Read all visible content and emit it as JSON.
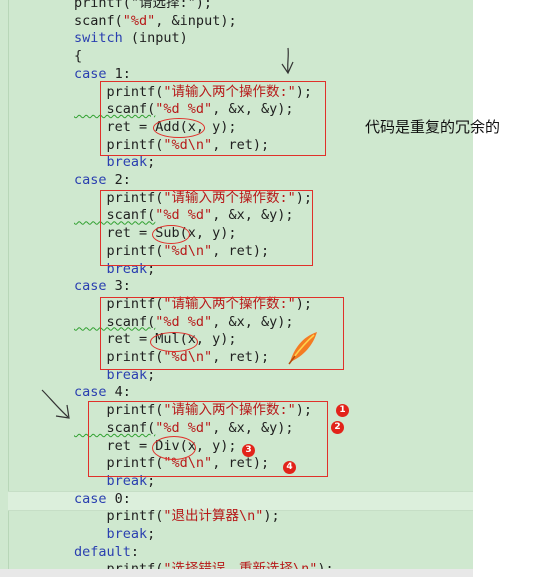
{
  "code": {
    "lines": [
      {
        "segments": [
          {
            "t": "printf(\"请选择:\");",
            "c": "fn"
          }
        ]
      },
      {
        "segments": [
          {
            "t": "scanf",
            "c": "fn"
          },
          {
            "t": "(",
            "c": ""
          },
          {
            "t": "\"%d\"",
            "c": "str"
          },
          {
            "t": ", &input);",
            "c": ""
          }
        ]
      },
      {
        "segments": [
          {
            "t": "switch",
            "c": "kw"
          },
          {
            "t": " (input)",
            "c": ""
          }
        ]
      },
      {
        "segments": [
          {
            "t": "{",
            "c": ""
          }
        ]
      },
      {
        "segments": [
          {
            "t": "case",
            "c": "kw"
          },
          {
            "t": " 1:",
            "c": ""
          }
        ]
      },
      {
        "segments": [
          {
            "t": "    printf(",
            "c": ""
          },
          {
            "t": "\"请输入两个操作数:\"",
            "c": "str"
          },
          {
            "t": ");",
            "c": ""
          }
        ]
      },
      {
        "segments": [
          {
            "t": "    scanf(",
            "c": "wv"
          },
          {
            "t": "\"%d %d\"",
            "c": "str"
          },
          {
            "t": ", &x, &y);",
            "c": ""
          }
        ]
      },
      {
        "segments": [
          {
            "t": "    ret = Add(x, y);",
            "c": ""
          }
        ]
      },
      {
        "segments": [
          {
            "t": "    printf(",
            "c": ""
          },
          {
            "t": "\"%d\\n\"",
            "c": "str"
          },
          {
            "t": ", ret);",
            "c": ""
          }
        ]
      },
      {
        "segments": [
          {
            "t": "    break",
            "c": "kw"
          },
          {
            "t": ";",
            "c": ""
          }
        ]
      },
      {
        "segments": [
          {
            "t": "case",
            "c": "kw"
          },
          {
            "t": " 2:",
            "c": ""
          }
        ]
      },
      {
        "segments": [
          {
            "t": "    printf(",
            "c": ""
          },
          {
            "t": "\"请输入两个操作数:\"",
            "c": "str"
          },
          {
            "t": ");",
            "c": ""
          }
        ]
      },
      {
        "segments": [
          {
            "t": "    scanf(",
            "c": "wv"
          },
          {
            "t": "\"%d %d\"",
            "c": "str"
          },
          {
            "t": ", &x, &y);",
            "c": ""
          }
        ]
      },
      {
        "segments": [
          {
            "t": "    ret = Sub(x, y);",
            "c": ""
          }
        ]
      },
      {
        "segments": [
          {
            "t": "    printf(",
            "c": ""
          },
          {
            "t": "\"%d\\n\"",
            "c": "str"
          },
          {
            "t": ", ret);",
            "c": ""
          }
        ]
      },
      {
        "segments": [
          {
            "t": "    break",
            "c": "kw"
          },
          {
            "t": ";",
            "c": ""
          }
        ]
      },
      {
        "segments": [
          {
            "t": "case",
            "c": "kw"
          },
          {
            "t": " 3:",
            "c": ""
          }
        ]
      },
      {
        "segments": [
          {
            "t": "    printf(",
            "c": ""
          },
          {
            "t": "\"请输入两个操作数:\"",
            "c": "str"
          },
          {
            "t": ");",
            "c": ""
          }
        ]
      },
      {
        "segments": [
          {
            "t": "    scanf(",
            "c": "wv"
          },
          {
            "t": "\"%d %d\"",
            "c": "str"
          },
          {
            "t": ", &x, &y);",
            "c": ""
          }
        ]
      },
      {
        "segments": [
          {
            "t": "    ret = Mul(x, y);",
            "c": ""
          }
        ]
      },
      {
        "segments": [
          {
            "t": "    printf(",
            "c": ""
          },
          {
            "t": "\"%d\\n\"",
            "c": "str"
          },
          {
            "t": ", ret);",
            "c": ""
          }
        ]
      },
      {
        "segments": [
          {
            "t": "    break",
            "c": "kw"
          },
          {
            "t": ";",
            "c": ""
          }
        ]
      },
      {
        "segments": [
          {
            "t": "case",
            "c": "kw"
          },
          {
            "t": " 4:",
            "c": ""
          }
        ]
      },
      {
        "segments": [
          {
            "t": "    printf(",
            "c": ""
          },
          {
            "t": "\"请输入两个操作数:\"",
            "c": "str"
          },
          {
            "t": ");",
            "c": ""
          }
        ]
      },
      {
        "segments": [
          {
            "t": "    scanf(",
            "c": "wv"
          },
          {
            "t": "\"%d %d\"",
            "c": "str"
          },
          {
            "t": ", &x, &y);",
            "c": ""
          }
        ]
      },
      {
        "segments": [
          {
            "t": "    ret = Div(x, y);",
            "c": ""
          }
        ]
      },
      {
        "segments": [
          {
            "t": "    printf(",
            "c": ""
          },
          {
            "t": "\"%d\\n\"",
            "c": "str"
          },
          {
            "t": ", ret);",
            "c": ""
          }
        ]
      },
      {
        "segments": [
          {
            "t": "    break",
            "c": "kw"
          },
          {
            "t": ";",
            "c": ""
          }
        ]
      },
      {
        "segments": [
          {
            "t": "case",
            "c": "kw"
          },
          {
            "t": " 0:",
            "c": ""
          }
        ]
      },
      {
        "segments": [
          {
            "t": "    printf(",
            "c": ""
          },
          {
            "t": "\"退出计算器\\n\"",
            "c": "str"
          },
          {
            "t": ");",
            "c": ""
          }
        ]
      },
      {
        "segments": [
          {
            "t": "    break",
            "c": "kw"
          },
          {
            "t": ";",
            "c": ""
          }
        ]
      },
      {
        "segments": [
          {
            "t": "default",
            "c": "kw"
          },
          {
            "t": ":",
            "c": ""
          }
        ]
      },
      {
        "segments": [
          {
            "t": "    printf(",
            "c": ""
          },
          {
            "t": "\"选择错误，重新选择\\n\"",
            "c": "str"
          },
          {
            "t": ");",
            "c": ""
          }
        ]
      }
    ]
  },
  "annotation_text": "代码是重复的冗余的",
  "badges": [
    "1",
    "2",
    "3",
    "4"
  ],
  "colors": {
    "editor_bg": "#cfe8cf",
    "annotation_red": "#e0302a",
    "keyword_blue": "#2a3fb0",
    "string_red": "#b71a1a"
  },
  "icons": [
    "down-arrow-sketch-icon",
    "feather-icon"
  ]
}
